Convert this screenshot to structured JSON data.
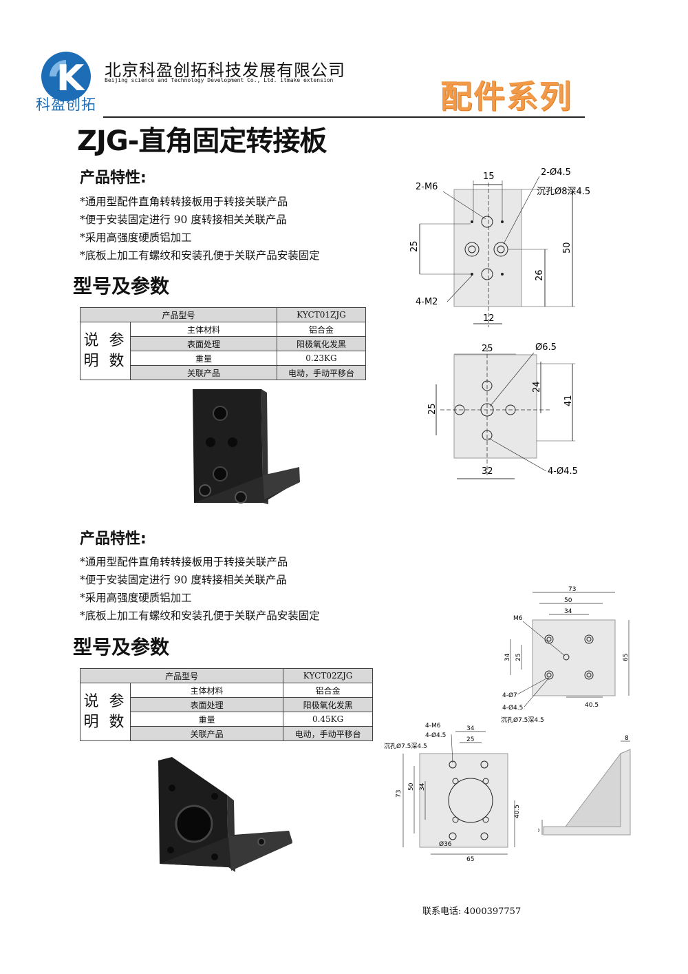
{
  "header": {
    "logo_letter": "K",
    "logo_text": "科盈创拓",
    "company_cn": "北京科盈创拓科技发展有限公司",
    "company_en": "Beijing science and Technology Development Co., Ltd. itmake extension",
    "series": "配件系列"
  },
  "title": "ZJG-直角固定转接板",
  "products": [
    {
      "features_heading": "产品特性:",
      "features": [
        "*通用型配件直角转转接板用于转接关联产品",
        "*便于安装固定进行 90 度转接相关关联产品",
        "*采用高强度硬质铝加工",
        "*底板上加工有螺纹和安装孔便于关联产品安装固定"
      ],
      "params_heading": "型号及参数",
      "table": {
        "head_label": "产品型号",
        "head_value": "KYCT01ZJG",
        "side_label_line1": "说 参",
        "side_label_line2": "明 数",
        "rows": [
          {
            "label": "主体材料",
            "value": "铝合金"
          },
          {
            "label": "表面处理",
            "value": "阳极氧化发黑"
          },
          {
            "label": "重量",
            "value": "0.23KG"
          },
          {
            "label": "关联产品",
            "value": "电动，手动平移台"
          }
        ]
      },
      "drawing_labels": {
        "d15": "15",
        "d2_45": "2-Ø4.5",
        "d2_m6": "2-M6",
        "counterbore": "沉孔Ø8深4.5",
        "d25": "25",
        "d50": "50",
        "d26": "26",
        "d4_m2": "4-M2",
        "d12": "12",
        "b25": "25",
        "b65": "Ø6.5",
        "b24": "24",
        "b41": "41",
        "b25v": "25",
        "b32": "32",
        "b4_45": "4-Ø4.5"
      }
    },
    {
      "features_heading": "产品特性:",
      "features": [
        "*通用型配件直角转转接板用于转接关联产品",
        "*便于安装固定进行 90 度转接相关关联产品",
        "*采用高强度硬质铝加工",
        "*底板上加工有螺纹和安装孔便于关联产品安装固定"
      ],
      "params_heading": "型号及参数",
      "table": {
        "head_label": "产品型号",
        "head_value": "KYCT02ZJG",
        "side_label_line1": "说 参",
        "side_label_line2": "明 数",
        "rows": [
          {
            "label": "主体材料",
            "value": "铝合金"
          },
          {
            "label": "表面处理",
            "value": "阳极氧化发黑"
          },
          {
            "label": "重量",
            "value": "0.45KG"
          },
          {
            "label": "关联产品",
            "value": "电动，手动平移台"
          }
        ]
      },
      "drawing_labels": {
        "t73": "73",
        "t50": "50",
        "t34": "34",
        "tm6": "M6",
        "t34v": "34",
        "t25v": "25",
        "t65": "65",
        "t4_7": "4-Ø7",
        "t4_45": "4-Ø4.5",
        "t405": "40.5",
        "tcb": "沉孔Ø7.5深4.5",
        "f4m6": "4-M6",
        "f4_45": "4-Ø4.5",
        "fcb": "沉孔Ø7.5深4.5",
        "f34": "34",
        "f25": "25",
        "f73": "73",
        "f50": "50",
        "f34v": "34",
        "f405": "40.5",
        "f36": "Ø36",
        "f65": "65",
        "s8": "8",
        "s8b": "8"
      }
    }
  ],
  "footer": {
    "phone": "联系电话: 4000397757"
  }
}
